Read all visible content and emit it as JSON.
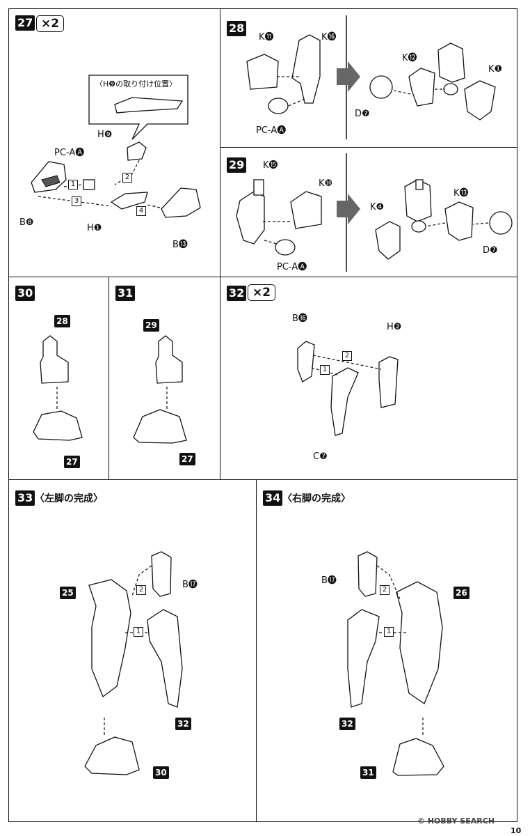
{
  "steps": {
    "s27": {
      "number": "27",
      "multiplier": "×2",
      "callout": "〈H❾の取り付け位置〉",
      "labels": {
        "pca": "PC-A🅐",
        "h9": "H❾",
        "b8": "B❽",
        "h1": "H❶",
        "b13": "B⓭"
      },
      "nums": [
        "1",
        "2",
        "3",
        "4"
      ]
    },
    "s28": {
      "number": "28",
      "labels": {
        "k11": "K⓫",
        "k16": "K⓰",
        "pca": "PC-A🅐",
        "k12": "K⓬",
        "k1": "K❶",
        "d7": "D❼"
      }
    },
    "s29": {
      "number": "29",
      "labels": {
        "k15": "K⓯",
        "k10": "K❿",
        "pca": "PC-A🅐",
        "k4": "K❹",
        "k13": "K⓭",
        "d7": "D❼"
      }
    },
    "s30": {
      "number": "30",
      "top": "28",
      "bottom": "27"
    },
    "s31": {
      "number": "31",
      "top": "29",
      "bottom": "27"
    },
    "s32": {
      "number": "32",
      "multiplier": "×2",
      "labels": {
        "b16": "B⓰",
        "h2": "H❷",
        "c7": "C❼"
      },
      "nums": [
        "1",
        "2"
      ]
    },
    "s33": {
      "number": "33",
      "title": "〈左脚の完成〉",
      "labels": {
        "b17": "B⓱",
        "a": "25",
        "b": "32",
        "c": "30"
      },
      "nums": [
        "1",
        "2"
      ]
    },
    "s34": {
      "number": "34",
      "title": "〈右脚の完成〉",
      "labels": {
        "b17": "B⓱",
        "a": "26",
        "b": "32",
        "c": "31"
      },
      "nums": [
        "1",
        "2"
      ]
    }
  },
  "footer": {
    "watermark": "© HOBBY SEARCH",
    "page": "10"
  }
}
